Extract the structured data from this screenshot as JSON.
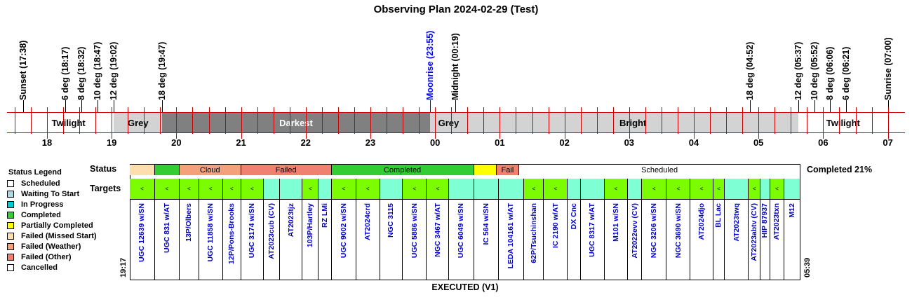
{
  "title": "Observing Plan 2024-02-29 (Test)",
  "events": [
    {
      "label": "Sunset (17:38)",
      "hour": 17.633,
      "blue": false
    },
    {
      "label": "6 deg (18:17)",
      "hour": 18.283,
      "blue": false
    },
    {
      "label": "8 deg (18:32)",
      "hour": 18.533,
      "blue": false
    },
    {
      "label": "10 deg (18:47)",
      "hour": 18.783,
      "blue": false
    },
    {
      "label": "12 deg (19:02)",
      "hour": 19.033,
      "blue": false
    },
    {
      "label": "18 deg (19:47)",
      "hour": 19.783,
      "blue": false
    },
    {
      "label": "Moonrise (23:55)",
      "hour": 23.917,
      "blue": true
    },
    {
      "label": "Midnight (00:19)",
      "hour": 24.317,
      "blue": false
    },
    {
      "label": "18 deg (04:52)",
      "hour": 28.867,
      "blue": false
    },
    {
      "label": "12 deg (05:37)",
      "hour": 29.617,
      "blue": false
    },
    {
      "label": "10 deg (05:52)",
      "hour": 29.867,
      "blue": false
    },
    {
      "label": "8 deg (06:06)",
      "hour": 30.1,
      "blue": false
    },
    {
      "label": "6 deg (06:21)",
      "hour": 30.35,
      "blue": false
    },
    {
      "label": "Sunrise (07:00)",
      "hour": 31.0,
      "blue": false
    }
  ],
  "sky_periods": [
    {
      "label": "Twilight",
      "start": 17.633,
      "end": 19.033,
      "color": "#ffffff",
      "text_color": "#000000"
    },
    {
      "label": "Grey",
      "start": 19.033,
      "end": 19.783,
      "color": "#d3d3d3",
      "text_color": "#000000"
    },
    {
      "label": "Darkest",
      "start": 19.783,
      "end": 23.917,
      "color": "#808080",
      "text_color": "#ffffff"
    },
    {
      "label": "Grey",
      "start": 23.917,
      "end": 24.5,
      "color": "#d3d3d3",
      "text_color": "#000000"
    },
    {
      "label": "Bright",
      "start": 24.5,
      "end": 29.617,
      "color": "#d3d3d3",
      "text_color": "#000000"
    },
    {
      "label": "Twilight",
      "start": 29.617,
      "end": 31.0,
      "color": "#ffffff",
      "text_color": "#000000"
    }
  ],
  "hour_labels": [
    "18",
    "19",
    "20",
    "21",
    "22",
    "23",
    "00",
    "01",
    "02",
    "03",
    "04",
    "05",
    "06",
    "07"
  ],
  "status_label": "Status",
  "targets_label": "Targets",
  "start_time": "19:17",
  "end_time": "05:39",
  "completed_text": "Completed 21%",
  "executed_label": "EXECUTED (V1)",
  "status_segments": [
    {
      "label": "",
      "start": 19.283,
      "end": 19.667,
      "color": "#ffdead"
    },
    {
      "label": "",
      "start": 19.667,
      "end": 20.05,
      "color": "#32cd32"
    },
    {
      "label": "Cloud",
      "start": 20.05,
      "end": 21.0,
      "color": "#f4a07a"
    },
    {
      "label": "Failed",
      "start": 21.0,
      "end": 22.4,
      "color": "#f08070"
    },
    {
      "label": "Completed",
      "start": 22.4,
      "end": 24.6,
      "color": "#32cd32"
    },
    {
      "label": "",
      "start": 24.6,
      "end": 24.95,
      "color": "#ffff00"
    },
    {
      "label": "Fail",
      "start": 24.95,
      "end": 25.3,
      "color": "#f08070"
    },
    {
      "label": "Scheduled",
      "start": 25.3,
      "end": 29.65,
      "color": "#ffffff"
    }
  ],
  "target_arrow": "<",
  "targets": [
    {
      "name": "UGC 12639 w/SN",
      "start": 19.283,
      "end": 19.667,
      "color": "#7cfc00",
      "arrow": true
    },
    {
      "name": "UGC 831 w/AT",
      "start": 19.667,
      "end": 20.05,
      "color": "#7cfc00",
      "arrow": true
    },
    {
      "name": "13P/Olbers",
      "start": 20.05,
      "end": 20.35,
      "color": "#7cfc00",
      "arrow": true
    },
    {
      "name": "UGC 11858 w/SN",
      "start": 20.35,
      "end": 20.72,
      "color": "#7cfc00",
      "arrow": true
    },
    {
      "name": "12P/Pons-Brooks",
      "start": 20.72,
      "end": 21.0,
      "color": "#7cfc00",
      "arrow": true
    },
    {
      "name": "UGC 3174 w/SN",
      "start": 21.0,
      "end": 21.35,
      "color": "#7cfc00",
      "arrow": true
    },
    {
      "name": "AT2023cub (CV)",
      "start": 21.35,
      "end": 21.6,
      "color": "#7fffd4",
      "arrow": false
    },
    {
      "name": "AT2023tjz",
      "start": 21.6,
      "end": 21.95,
      "color": "#7fffd4",
      "arrow": false
    },
    {
      "name": "103P/Hartley",
      "start": 21.95,
      "end": 22.2,
      "color": "#7cfc00",
      "arrow": true
    },
    {
      "name": "RZ LMi",
      "start": 22.2,
      "end": 22.4,
      "color": "#7fffd4",
      "arrow": false
    },
    {
      "name": "UGC 9002 w/SN",
      "start": 22.4,
      "end": 22.78,
      "color": "#7cfc00",
      "arrow": true
    },
    {
      "name": "AT2024crd",
      "start": 22.78,
      "end": 23.15,
      "color": "#7cfc00",
      "arrow": true
    },
    {
      "name": "NGC 3115",
      "start": 23.15,
      "end": 23.5,
      "color": "#7fffd4",
      "arrow": false
    },
    {
      "name": "UGC 5886 w/SN",
      "start": 23.5,
      "end": 23.87,
      "color": "#7cfc00",
      "arrow": true
    },
    {
      "name": "NGC 3467 w/AT",
      "start": 23.87,
      "end": 24.22,
      "color": "#7cfc00",
      "arrow": true
    },
    {
      "name": "UGC 6049 w/SN",
      "start": 24.22,
      "end": 24.6,
      "color": "#7fffd4",
      "arrow": false
    },
    {
      "name": "IC 564 w/SN",
      "start": 24.6,
      "end": 24.98,
      "color": "#7fffd4",
      "arrow": false
    },
    {
      "name": "LEDA 104161 w/AT",
      "start": 24.98,
      "end": 25.38,
      "color": "#7fffd4",
      "arrow": false
    },
    {
      "name": "62P/Tsuchinshan",
      "start": 25.38,
      "end": 25.68,
      "color": "#7cfc00",
      "arrow": true
    },
    {
      "name": "IC 2190 w/AT",
      "start": 25.68,
      "end": 26.05,
      "color": "#7cfc00",
      "arrow": true
    },
    {
      "name": "DX Cnc",
      "start": 26.05,
      "end": 26.25,
      "color": "#7fffd4",
      "arrow": false
    },
    {
      "name": "UGC 8317 w/AT",
      "start": 26.25,
      "end": 26.62,
      "color": "#7fffd4",
      "arrow": false
    },
    {
      "name": "M101 w/SN",
      "start": 26.62,
      "end": 26.98,
      "color": "#7cfc00",
      "arrow": true
    },
    {
      "name": "AT2022evv (CV)",
      "start": 26.98,
      "end": 27.2,
      "color": "#7fffd4",
      "arrow": false
    },
    {
      "name": "NGC 3206 w/SN",
      "start": 27.2,
      "end": 27.58,
      "color": "#7cfc00",
      "arrow": true
    },
    {
      "name": "NGC 3690 w/SN",
      "start": 27.58,
      "end": 27.95,
      "color": "#7cfc00",
      "arrow": true
    },
    {
      "name": "AT2024djo",
      "start": 27.95,
      "end": 28.3,
      "color": "#7cfc00",
      "arrow": true
    },
    {
      "name": "BL Lac",
      "start": 28.3,
      "end": 28.48,
      "color": "#7cfc00",
      "arrow": true
    },
    {
      "name": "AT2023twq",
      "start": 28.48,
      "end": 28.85,
      "color": "#7fffd4",
      "arrow": false
    },
    {
      "name": "AT2023abtv (CV)",
      "start": 28.85,
      "end": 29.03,
      "color": "#7cfc00",
      "arrow": true
    },
    {
      "name": "HIP 87937",
      "start": 29.03,
      "end": 29.18,
      "color": "#7fffd4",
      "arrow": false
    },
    {
      "name": "AT2023txn",
      "start": 29.18,
      "end": 29.4,
      "color": "#7cfc00",
      "arrow": true
    },
    {
      "name": "M12",
      "start": 29.4,
      "end": 29.65,
      "color": "#7fffd4",
      "arrow": false
    }
  ],
  "legend": {
    "title": "Status Legend",
    "items": [
      {
        "label": "Scheduled",
        "color": "#ffffff"
      },
      {
        "label": "Waiting To Start",
        "color": "#add8e6"
      },
      {
        "label": "In Progress",
        "color": "#00ced1"
      },
      {
        "label": "Completed",
        "color": "#32cd32"
      },
      {
        "label": "Partially Completed",
        "color": "#ffff00"
      },
      {
        "label": "Failed (Missed Start)",
        "color": "#ffdead"
      },
      {
        "label": "Failed (Weather)",
        "color": "#f4a07a"
      },
      {
        "label": "Failed (Other)",
        "color": "#f08070"
      },
      {
        "label": "Cancelled",
        "color": "#ffffff"
      }
    ]
  }
}
